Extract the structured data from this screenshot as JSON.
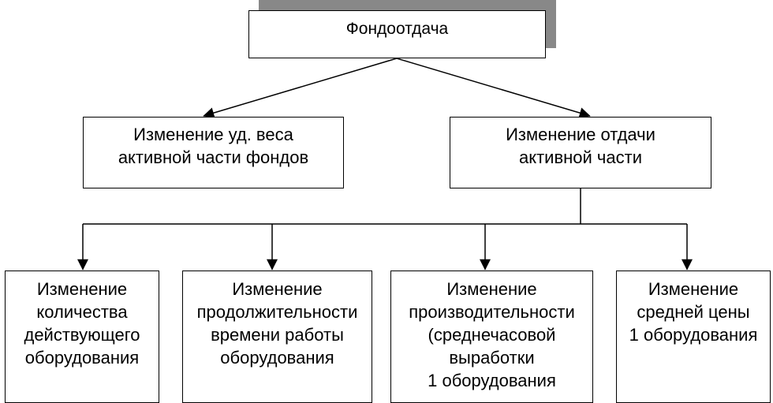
{
  "diagram": {
    "root": {
      "text": "Фондоотдача"
    },
    "mid_left": {
      "lines": [
        "Изменение уд. веса",
        "активной части фондов"
      ]
    },
    "mid_right": {
      "lines": [
        "Изменение отдачи",
        "активной части"
      ]
    },
    "bottom": [
      {
        "lines": [
          "Изменение",
          "количества",
          "действующего",
          "оборудования"
        ]
      },
      {
        "lines": [
          "Изменение",
          "продолжительности",
          "времени работы",
          "оборудования"
        ]
      },
      {
        "lines": [
          "Изменение",
          "производительности",
          "(среднечасовой",
          "выработки",
          "1 оборудования"
        ]
      },
      {
        "lines": [
          "Изменение",
          "средней цены",
          "1 оборудования"
        ]
      }
    ]
  }
}
